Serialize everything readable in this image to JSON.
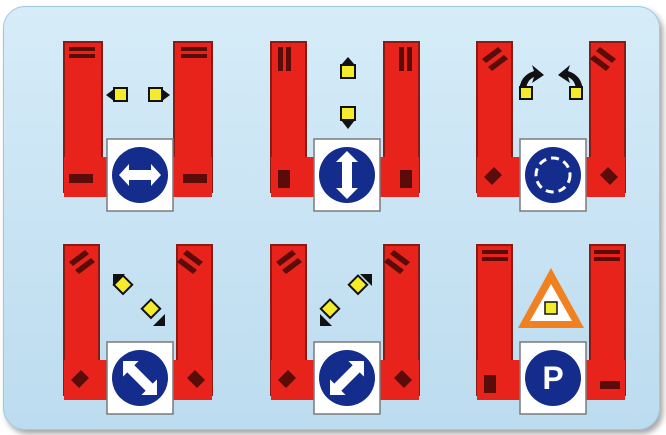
{
  "panel": {
    "background": "#c9e4f4",
    "track_color": "#e8231b",
    "track_dark": "#5a0c08",
    "light_color": "#f4ec2a",
    "sign_blue": "#142c8c",
    "warning_orange": "#f08020"
  },
  "diagrams": [
    {
      "name": "signal-left-right",
      "sign_icon": "arrow-left-right-icon",
      "lights": "horizontal-pair"
    },
    {
      "name": "signal-up-down",
      "sign_icon": "arrow-up-down-icon",
      "lights": "vertical-pair"
    },
    {
      "name": "signal-rotate",
      "sign_icon": "roundabout-icon",
      "lights": "rotate-pair"
    },
    {
      "name": "signal-diagonal-down-right",
      "sign_icon": "arrow-diagonal-nw-se-icon",
      "lights": "diagonal-nw-se"
    },
    {
      "name": "signal-diagonal-down-left",
      "sign_icon": "arrow-diagonal-ne-sw-icon",
      "lights": "diagonal-ne-sw"
    },
    {
      "name": "signal-parking",
      "sign_icon": "parking-icon",
      "lights": "warning-triangle"
    }
  ],
  "parking_sign": {
    "letter": "P"
  }
}
